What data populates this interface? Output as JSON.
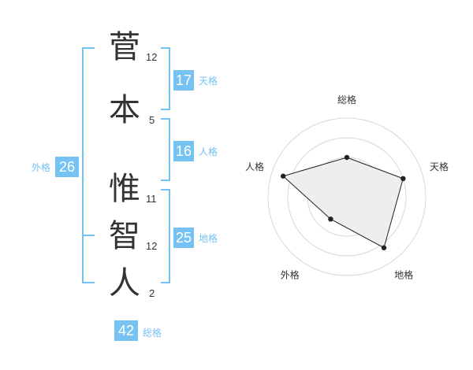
{
  "name": {
    "characters": [
      {
        "char": "菅",
        "strokes": "12"
      },
      {
        "char": "本",
        "strokes": "5"
      },
      {
        "char": "惟",
        "strokes": "11"
      },
      {
        "char": "智",
        "strokes": "12"
      },
      {
        "char": "人",
        "strokes": "2"
      }
    ]
  },
  "fortunes": {
    "tenkaku": {
      "value": "17",
      "label": "天格"
    },
    "jinkaku": {
      "value": "16",
      "label": "人格"
    },
    "chikaku": {
      "value": "25",
      "label": "地格"
    },
    "gaikaku": {
      "value": "26",
      "label": "外格"
    },
    "soukaku": {
      "value": "42",
      "label": "総格"
    }
  },
  "colors": {
    "accent": "#76c2f3",
    "text": "#333333",
    "grid": "#d8d8d8",
    "fill": "#eeeeee"
  },
  "chart_data": {
    "type": "radar",
    "axes": [
      "総格",
      "天格",
      "地格",
      "外格",
      "人格"
    ],
    "levels": 4,
    "values": [
      2,
      3,
      3.2,
      1.4,
      3.4
    ]
  }
}
